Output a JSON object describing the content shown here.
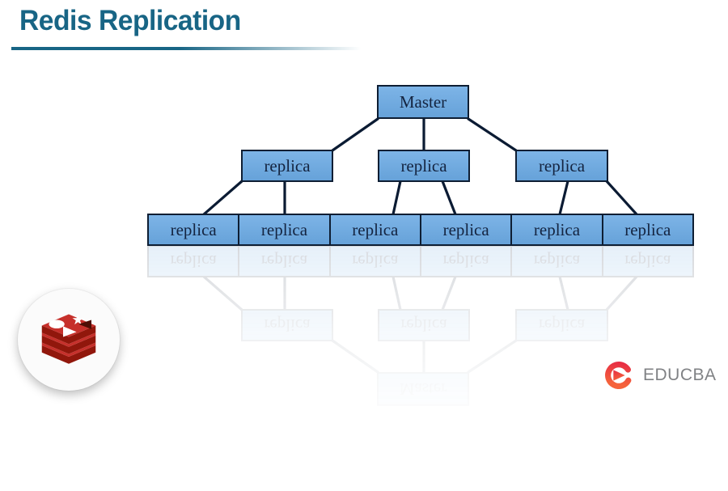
{
  "header": {
    "title": "Redis Replication"
  },
  "tree": {
    "master": {
      "label": "Master"
    },
    "mid": [
      {
        "label": "replica"
      },
      {
        "label": "replica"
      },
      {
        "label": "replica"
      }
    ],
    "bottom": [
      {
        "label": "replica"
      },
      {
        "label": "replica"
      },
      {
        "label": "replica"
      },
      {
        "label": "replica"
      },
      {
        "label": "replica"
      },
      {
        "label": "replica"
      }
    ]
  },
  "footer": {
    "brand": "EDUCBA"
  },
  "icons": {
    "redis": "redis-cube-icon",
    "educba": "educba-e-icon"
  },
  "palette": {
    "title_accent": "#186585",
    "node_fill": "#6FA8DC",
    "node_border": "#0E1E33",
    "connector": "#0B1B33",
    "node_text": "#142440",
    "educba_text": "#808285",
    "redis_red": "#C6302B",
    "redis_dark_red": "#91170C",
    "educba_gradient_start": "#E62B45",
    "educba_gradient_end": "#F5633B"
  }
}
